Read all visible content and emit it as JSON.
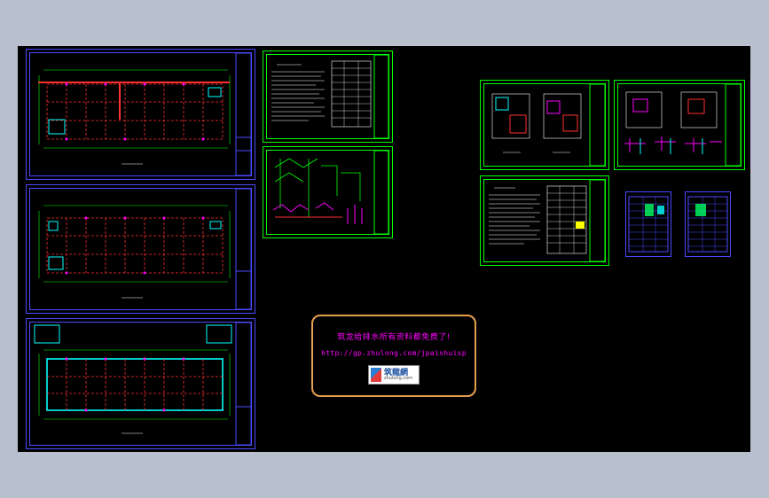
{
  "promo": {
    "title": "筑龙给排水所有资料都免费了!",
    "url": "http://gp.zhulong.com/jpaishuisp",
    "logo_name": "筑龍網",
    "logo_sub": "zhulong.com"
  },
  "colors": {
    "background": "#b7c0cc",
    "canvas": "#000000",
    "frame": "#4a4aff",
    "frame_green": "#00ff00",
    "grid": "#ff3030",
    "wall": "#00ffff",
    "pipe": "#ff00ff",
    "promo_border": "#e8a050"
  }
}
